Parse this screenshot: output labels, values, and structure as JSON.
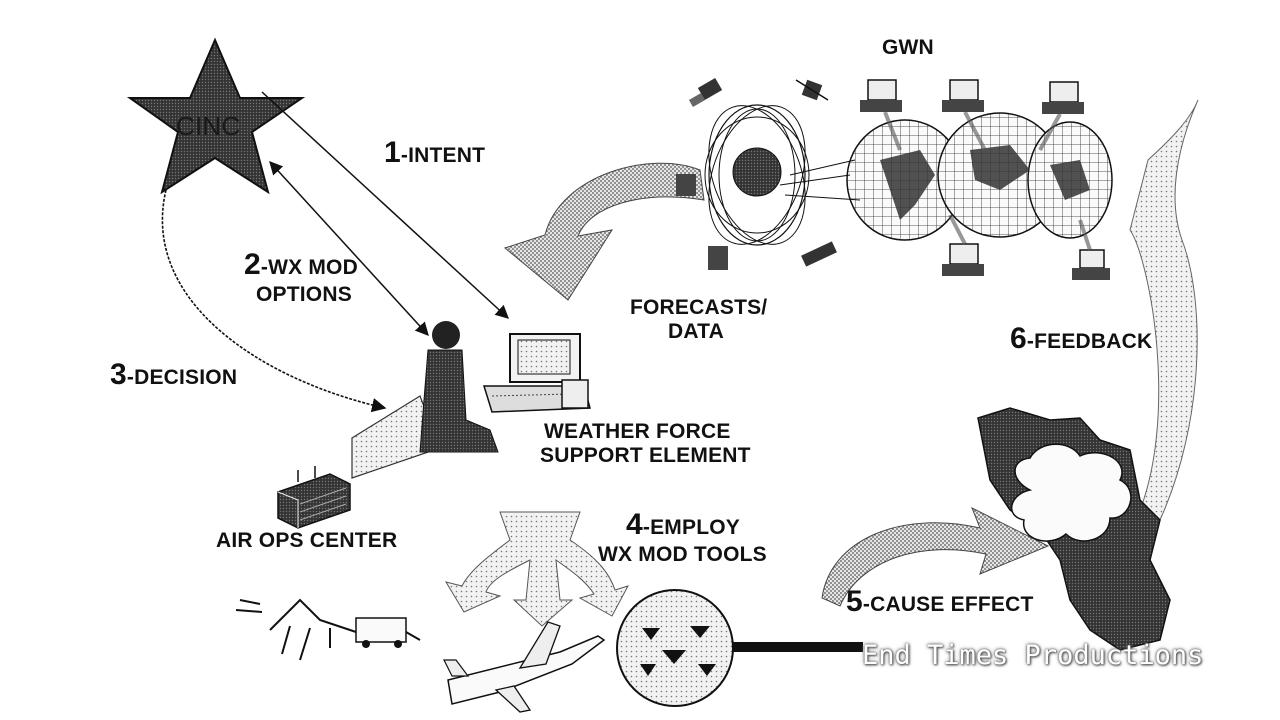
{
  "nodes": {
    "cinc": "CINC",
    "gwn": "GWN",
    "forecasts": [
      "FORECASTS/",
      "DATA"
    ],
    "weather_force": [
      "WEATHER FORCE",
      "SUPPORT ELEMENT"
    ],
    "air_ops": "AIR OPS CENTER"
  },
  "steps": [
    {
      "num": "1",
      "text": "-INTENT"
    },
    {
      "num": "2",
      "text": "-WX MOD",
      "text2": "OPTIONS"
    },
    {
      "num": "3",
      "text": "-DECISION"
    },
    {
      "num": "4",
      "text": "-EMPLOY",
      "text2": "WX MOD TOOLS"
    },
    {
      "num": "5",
      "text": "-CAUSE EFFECT"
    },
    {
      "num": "6",
      "text": "-FEEDBACK"
    }
  ],
  "watermark": "End Times Productions"
}
